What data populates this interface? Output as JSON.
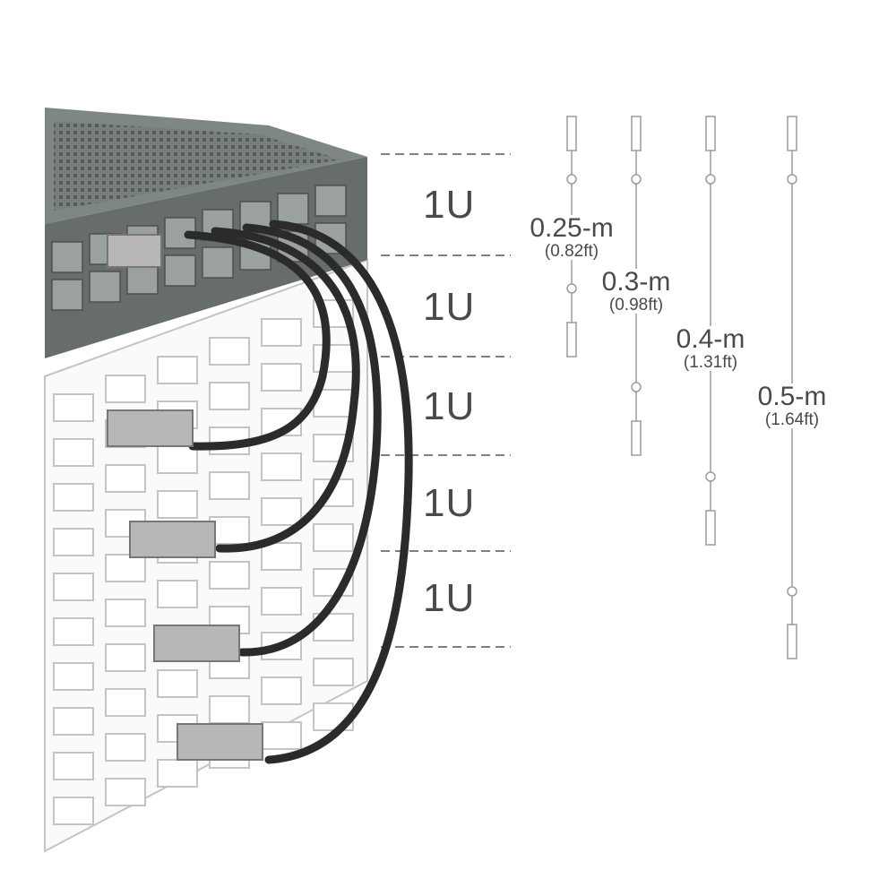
{
  "rack_unit_labels": [
    "1U",
    "1U",
    "1U",
    "1U",
    "1U"
  ],
  "cable_lengths": [
    {
      "metric": "0.25-m",
      "imperial": "(0.82ft)"
    },
    {
      "metric": "0.3-m",
      "imperial": "(0.98ft)"
    },
    {
      "metric": "0.4-m",
      "imperial": "(1.31ft)"
    },
    {
      "metric": "0.5-m",
      "imperial": "(1.64ft)"
    }
  ],
  "colors": {
    "switch_body": "#6f7675",
    "switch_top": "#7c8483",
    "cable": "#2b2b2b",
    "rack_outline": "#c9c9c9",
    "label_text": "#4a4a4a",
    "dash_line": "#555555"
  }
}
